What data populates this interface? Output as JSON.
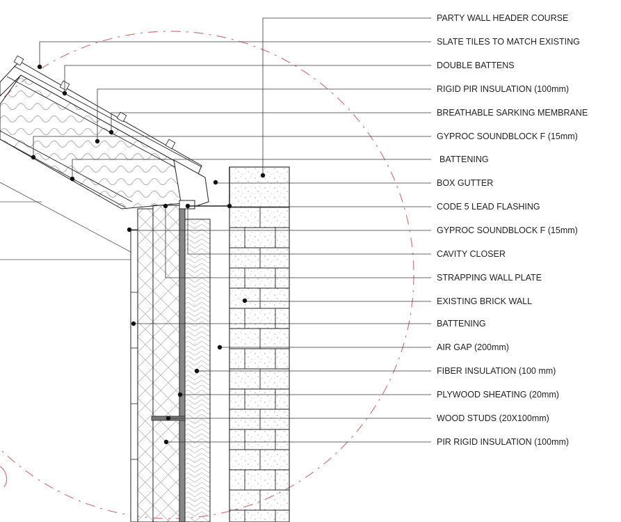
{
  "labels": [
    "PARTY WALL HEADER COURSE",
    "SLATE TILES TO MATCH EXISTING",
    "DOUBLE BATTENS",
    "RIGID PIR INSULATION (100mm)",
    "BREATHABLE SARKING MEMBRANE",
    "GYPROC SOUNDBLOCK F (15mm)",
    "BATTENING",
    "BOX GUTTER",
    "CODE 5 LEAD FLASHING",
    "GYPROC SOUNDBLOCK F (15mm)",
    "CAVITY CLOSER",
    "STRAPPING WALL PLATE",
    "EXISTING BRICK WALL",
    "BATTENING",
    "AIR GAP (200mm)",
    "FIBER INSULATION (100 mm)",
    "PLYWOOD SHEATING (20mm)",
    "WOOD STUDS (20X100mm)",
    "PIR RIGID INSULATION (100mm)"
  ],
  "colors": {
    "line": "#222222",
    "hatch": "#9a9a9a",
    "detail_circle": "#d4757a"
  }
}
